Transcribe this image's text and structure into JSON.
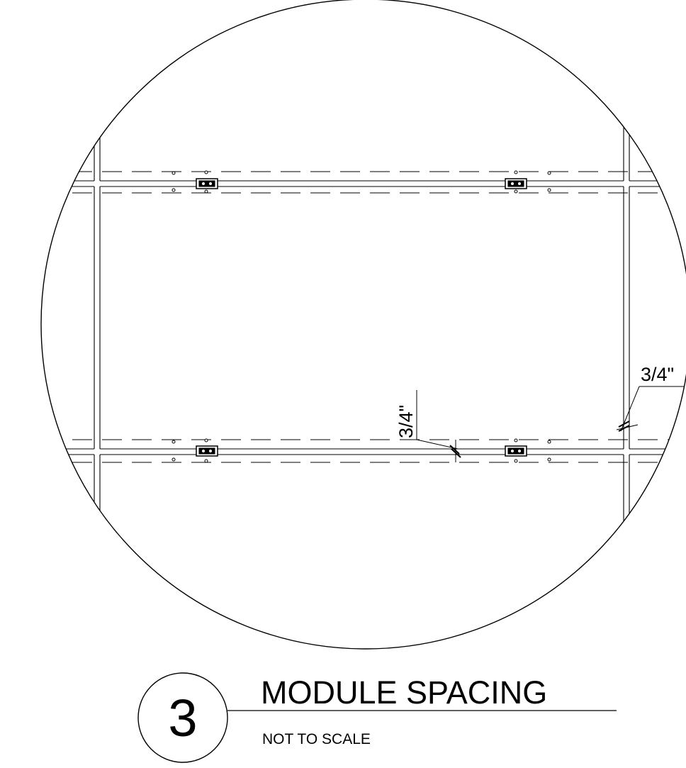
{
  "detail": {
    "number": "3",
    "title": "MODULE SPACING",
    "scale_note": "NOT TO SCALE"
  },
  "dimensions": {
    "vertical_gap_label": "3/4\"",
    "horizontal_gap_label": "3/4\""
  },
  "clamps": [
    {
      "label": "clamp-top-left"
    },
    {
      "label": "clamp-top-right"
    },
    {
      "label": "clamp-bottom-left"
    },
    {
      "label": "clamp-bottom-right"
    }
  ]
}
